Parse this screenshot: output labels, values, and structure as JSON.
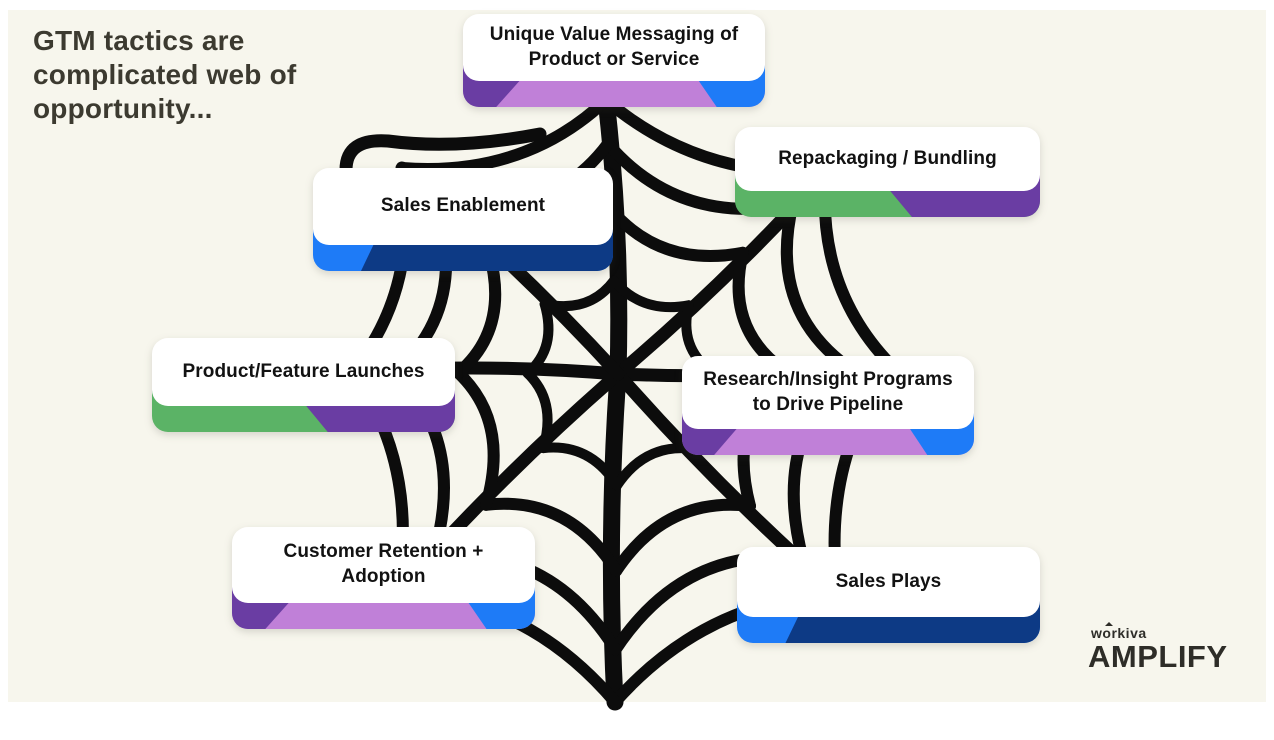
{
  "title": {
    "lines": [
      "GTM tactics are",
      "complicated web of",
      "opportunity..."
    ]
  },
  "cards": [
    {
      "id": "unique-value-messaging",
      "label": "Unique Value Messaging of Product or Service",
      "stripe": "purple-trio"
    },
    {
      "id": "repackaging-bundling",
      "label": "Repackaging / Bundling",
      "stripe": "green-purple"
    },
    {
      "id": "sales-enablement",
      "label": "Sales Enablement",
      "stripe": "blue-navy"
    },
    {
      "id": "product-feature-launches",
      "label": "Product/Feature Launches",
      "stripe": "green-purple"
    },
    {
      "id": "research-insight",
      "label": "Research/Insight Programs to Drive Pipeline",
      "stripe": "purple-trio"
    },
    {
      "id": "customer-retention",
      "label": "Customer Retention + Adoption",
      "stripe": "purple-trio"
    },
    {
      "id": "sales-plays",
      "label": "Sales Plays",
      "stripe": "blue-navy"
    }
  ],
  "logo": {
    "brand": "workiva",
    "product": "AMPLIFY"
  },
  "icons": {
    "web": "spider-web-icon",
    "logo_mark": "workiva-caret-mark"
  },
  "colors": {
    "slide_background": "#f7f6ed",
    "page_background": "#ffffff",
    "web_stroke": "#0c0c0c",
    "title_text": "#3c3a30",
    "card_text": "#121212",
    "bright_blue": "#1e7bf7",
    "navy": "#0d3a85",
    "green": "#5bb366",
    "dark_purple": "#6a3da3",
    "orchid": "#c080d8",
    "logo_text": "#2e2d28"
  }
}
